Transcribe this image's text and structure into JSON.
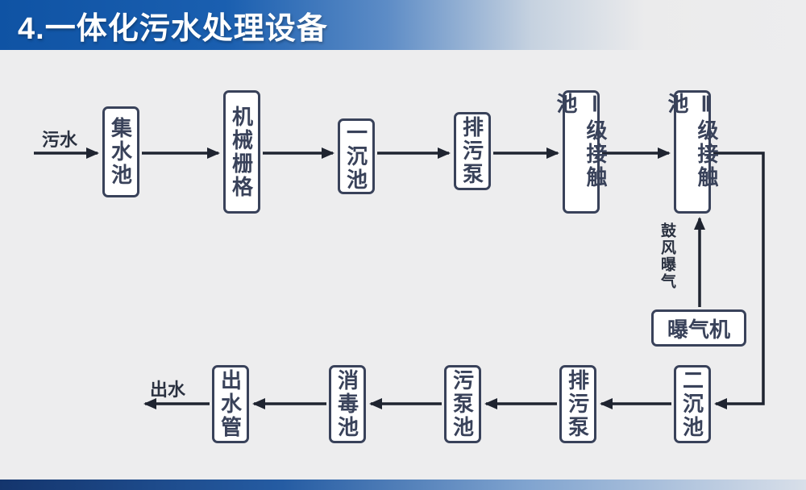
{
  "title": "4.一体化污水处理设备",
  "diagram": {
    "inflow_label": "污水",
    "outflow_label": "出水",
    "aeration_label": "鼓风曝气",
    "nodes": {
      "collection_tank": "集水池",
      "mechanical_grid": "机械栅格",
      "primary_settling_tank": "一沉池",
      "sewage_pump_top": "排污泵",
      "stage1_contact_tank": "Ⅰ级接触池",
      "stage2_contact_tank": "Ⅱ级接触池",
      "aerator": "曝气机",
      "secondary_settling_tank": "二沉池",
      "sewage_pump_bottom": "排污泵",
      "sludge_pump_tank": "污泵池",
      "disinfection_tank": "消毒池",
      "outlet_pipe": "出水管"
    }
  },
  "colors": {
    "banner_blue": "#0f53a4",
    "node_border": "#39425a",
    "arrow": "#1f2430",
    "background": "#ededee"
  }
}
